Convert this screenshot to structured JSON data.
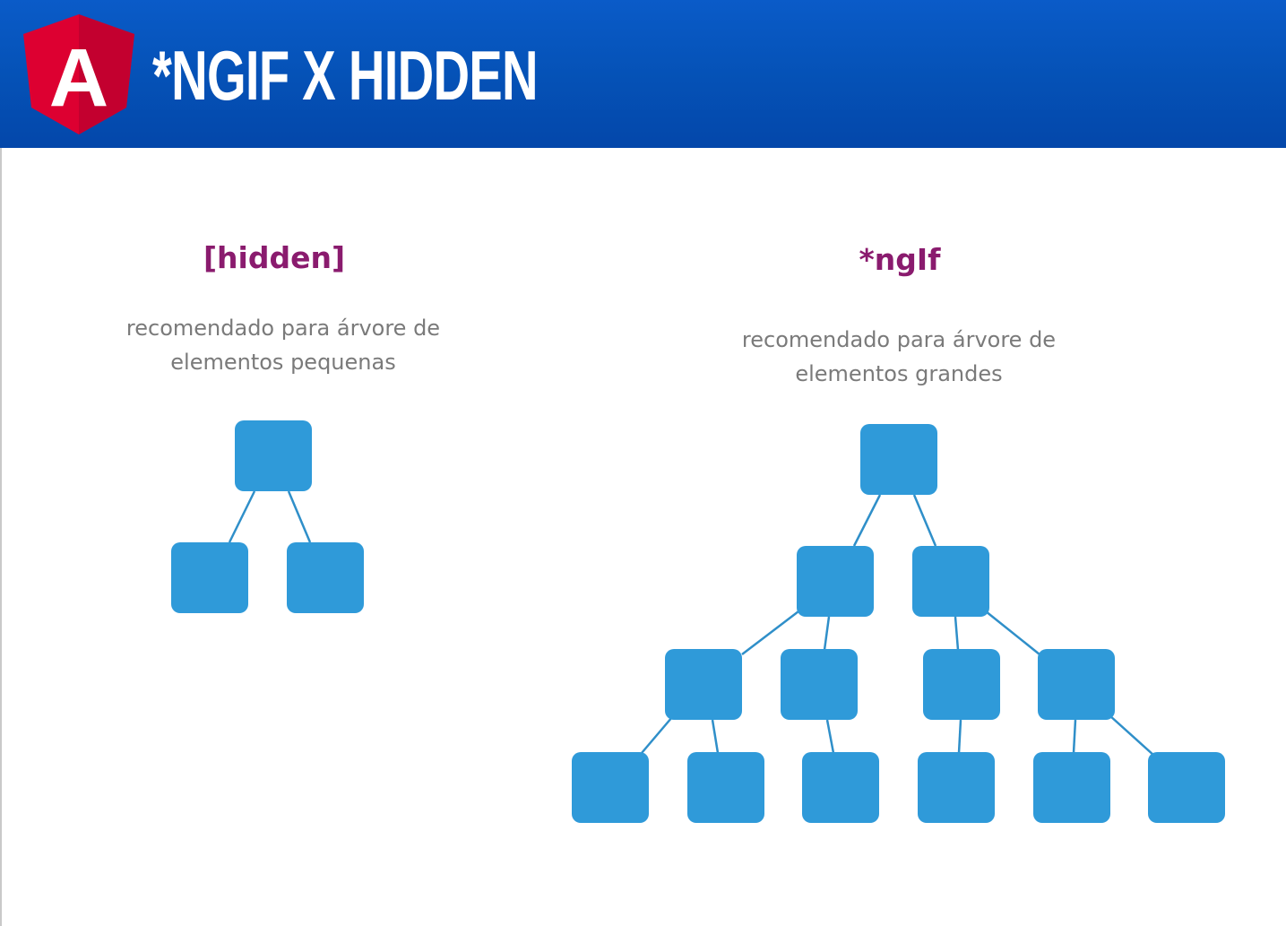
{
  "header": {
    "title": "*NGIF X HIDDEN",
    "logo_letter": "A",
    "background_color": "#0552b7"
  },
  "columns": [
    {
      "title": "[hidden]",
      "description_line1": "recomendado para árvore de",
      "description_line2": "elementos pequenas"
    },
    {
      "title": "*ngIf",
      "description_line1": "recomendado para árvore de",
      "description_line2": "elementos grandes"
    }
  ],
  "colors": {
    "node_fill": "#2f9ad9",
    "edge_stroke": "#2f8fc9",
    "title_color": "#8a1b6e",
    "description_color": "#7a7a7a",
    "angular_red": "#dd0031",
    "angular_dark_red": "#c3002f"
  }
}
